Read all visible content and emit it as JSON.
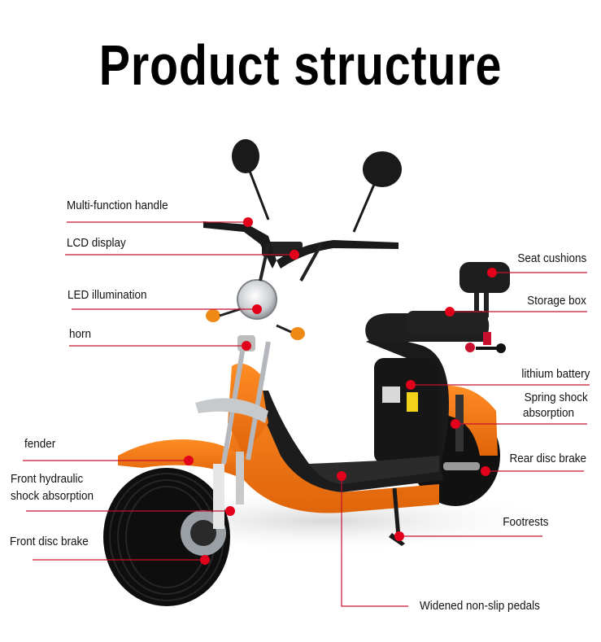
{
  "title": "Product structure",
  "colors": {
    "callout_line": "#c8102e",
    "callout_dot": "#e3001b",
    "body_orange": "#f07a12",
    "tire_black": "#111111",
    "seat_black": "#1e1e1e",
    "chrome": "#bfc3c7"
  },
  "labels_left": [
    {
      "id": "multi-function-handle",
      "text": "Multi-function handle"
    },
    {
      "id": "lcd-display",
      "text": "LCD display"
    },
    {
      "id": "led-illumination",
      "text": "LED illumination"
    },
    {
      "id": "horn",
      "text": "horn"
    },
    {
      "id": "fender",
      "text": "fender"
    },
    {
      "id": "front-hydraulic-shock-absorption-1",
      "text": "Front hydraulic"
    },
    {
      "id": "front-hydraulic-shock-absorption-2",
      "text": "shock absorption"
    },
    {
      "id": "front-disc-brake",
      "text": "Front disc brake"
    }
  ],
  "labels_right": [
    {
      "id": "seat-cushions",
      "text": "Seat cushions"
    },
    {
      "id": "storage-box",
      "text": "Storage box"
    },
    {
      "id": "lithium-battery",
      "text": "lithium battery"
    },
    {
      "id": "spring-shock-absorption-1",
      "text": "Spring shock"
    },
    {
      "id": "spring-shock-absorption-2",
      "text": "absorption"
    },
    {
      "id": "rear-disc-brake",
      "text": "Rear disc brake"
    },
    {
      "id": "footrests",
      "text": "Footrests"
    },
    {
      "id": "widened-non-slip-pedals",
      "text": "Widened non-slip pedals"
    }
  ]
}
